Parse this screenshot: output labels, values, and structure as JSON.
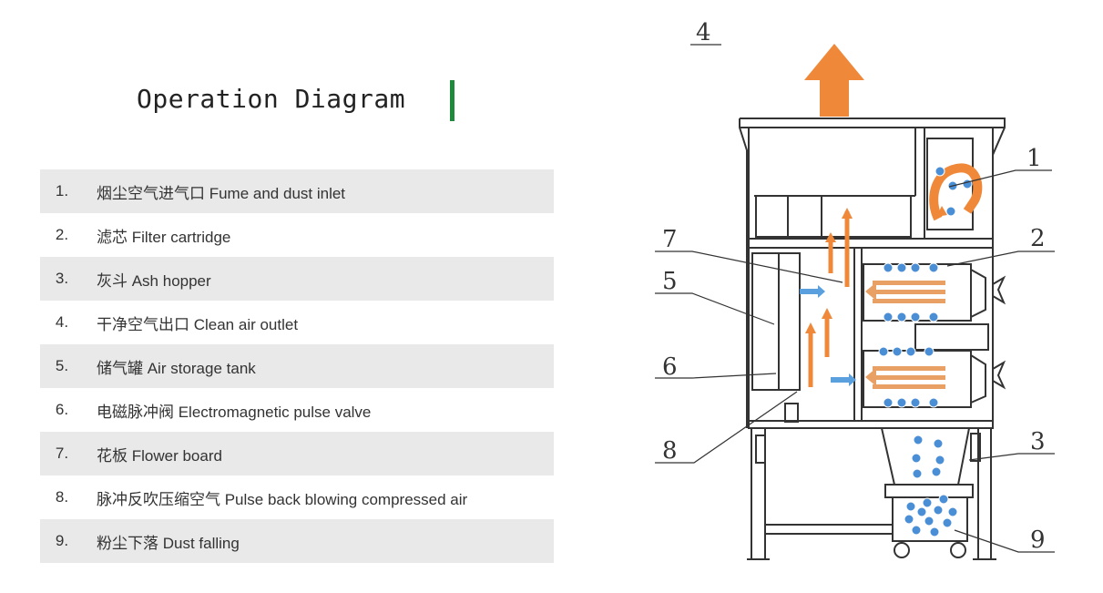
{
  "title": "Operation Diagram",
  "accent_color": "#1f8a3c",
  "legend": [
    {
      "num": "1.",
      "text": "烟尘空气进气口 Fume and dust inlet"
    },
    {
      "num": "2.",
      "text": "滤芯 Filter cartridge"
    },
    {
      "num": "3.",
      "text": "灰斗 Ash hopper"
    },
    {
      "num": "4.",
      "text": "干净空气出口 Clean air outlet"
    },
    {
      "num": "5.",
      "text": "储气罐 Air storage tank"
    },
    {
      "num": "6.",
      "text": "电磁脉冲阀 Electromagnetic pulse valve"
    },
    {
      "num": "7.",
      "text": "花板 Flower board"
    },
    {
      "num": "8.",
      "text": "脉冲反吹压缩空气 Pulse back blowing compressed air"
    },
    {
      "num": "9.",
      "text": "粉尘下落 Dust falling"
    }
  ],
  "callouts": [
    "1",
    "2",
    "3",
    "4",
    "5",
    "6",
    "7",
    "8",
    "9"
  ],
  "colors": {
    "airflow": "#f0883a",
    "pulse": "#5aa0de",
    "dust": "#4a8fd6",
    "line": "#333333"
  }
}
